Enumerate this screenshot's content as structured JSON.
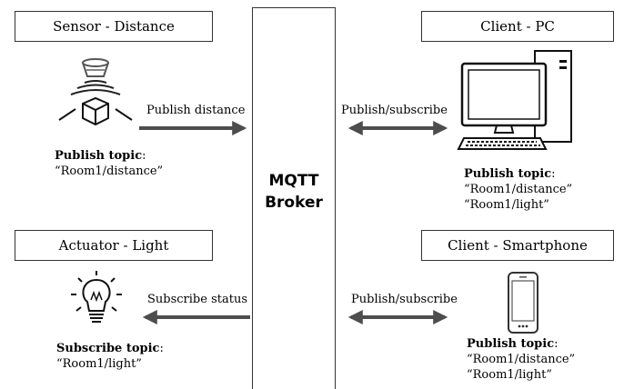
{
  "broker": {
    "line1": "MQTT",
    "line2": "Broker"
  },
  "nodes": {
    "sensor": {
      "title": "Sensor - Distance",
      "topic_label": "Publish topic",
      "topic_colon": ":",
      "topics": [
        "“Room1/distance”"
      ]
    },
    "actuator": {
      "title": "Actuator - Light",
      "topic_label": "Subscribe topic",
      "topic_colon": ":",
      "topics": [
        "“Room1/light”"
      ]
    },
    "client_pc": {
      "title": "Client -  PC",
      "topic_label": "Publish topic",
      "topic_colon": ":",
      "topics": [
        "“Room1/distance”",
        "“Room1/light”"
      ]
    },
    "client_phone": {
      "title": "Client -  Smartphone",
      "topic_label": "Publish topic",
      "topic_colon": ":",
      "topics": [
        "“Room1/distance”",
        "“Room1/light”"
      ]
    }
  },
  "arrows": {
    "sensor_to_broker": "Publish distance",
    "broker_to_actuator": "Subscribe status",
    "pc_link": "Publish/subscribe",
    "phone_link": "Publish/subscribe"
  },
  "icons": {
    "sensor": "distance-sensor-icon",
    "actuator": "light-bulb-icon",
    "pc": "desktop-computer-icon",
    "phone": "smartphone-icon"
  },
  "colors": {
    "arrow": "#4d4d4d",
    "border": "#333333"
  }
}
